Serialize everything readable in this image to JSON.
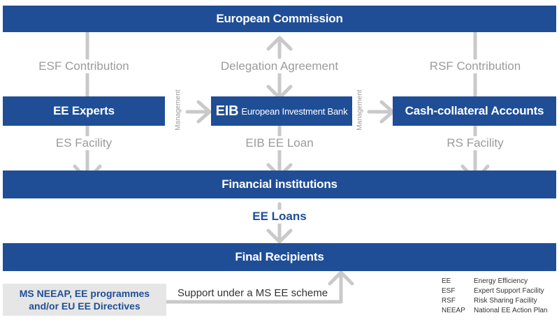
{
  "bars": {
    "european_commission": "European Commission",
    "ee_experts": "EE Experts",
    "eib_abbr": "EIB",
    "eib_full": "European Investment Bank",
    "cash_collateral": "Cash-collateral Accounts",
    "financial_institutions": "Financial institutions",
    "final_recipients": "Final Recipients"
  },
  "labels": {
    "esf_contribution": "ESF Contribution",
    "delegation_agreement": "Delegation Agreement",
    "rsf_contribution": "RSF Contribution",
    "management_left": "Management",
    "management_right": "Management",
    "es_facility": "ES Facility",
    "eib_ee_loan": "EIB EE Loan",
    "rs_facility": "RS Facility",
    "ee_loans": "EE Loans",
    "support": "Support under a MS EE scheme"
  },
  "source": {
    "line1": "MS NEEAP, EE programmes",
    "line2": "and/or EU EE Directives"
  },
  "legend": [
    {
      "abbr": "EE",
      "text": "Energy Efficiency"
    },
    {
      "abbr": "ESF",
      "text": "Expert Support Facility"
    },
    {
      "abbr": "RSF",
      "text": "Risk Sharing Facility"
    },
    {
      "abbr": "NEEAP",
      "text": "National EE Action Plan"
    }
  ],
  "colors": {
    "bar_blue": "#1f4e96",
    "arrow_gray": "#c9c9c9",
    "label_gray": "#9b9b9b"
  }
}
